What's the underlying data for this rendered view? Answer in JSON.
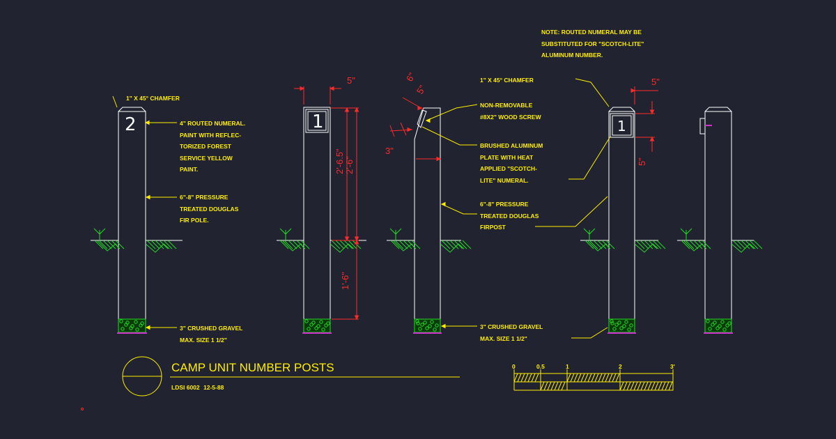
{
  "colors": {
    "background": "#212430",
    "linework": "#ffffff",
    "annotation": "#ffee00",
    "dimension": "#ff2a2a",
    "ground": "#22dd22",
    "marker": "#cc33cc"
  },
  "view1": {
    "chamfer": "1\" X 45° CHAMFER",
    "numeral_note": "4\" ROUTED NUMERAL.\nPAINT WITH REFLEC-\nTORIZED FOREST\nSERVICE YELLOW\nPAINT.",
    "pole_note": "6\"-8\" PRESSURE\nTREATED DOUGLAS\nFIR POLE.",
    "gravel_note": "3\" CRUSHED GRAVEL\nMAX. SIZE 1 1/2\"",
    "numeral": "2"
  },
  "view2": {
    "width_dim": "5\"",
    "above_dim_a": "2'-6.5\"",
    "above_dim_b": "2'-6\"",
    "below_dim": "1'-6\"",
    "numeral": "1"
  },
  "view3": {
    "dim_6": "6\"",
    "dim_5": "5\"",
    "dim_3": "3\"",
    "screw_note": "NON-REMOVABLE\n#8X2\" WOOD SCREW",
    "plate_note": "BRUSHED ALUMINUM\nPLATE WITH HEAT\nAPPLIED \"SCOTCH-\nLITE\" NUMERAL.",
    "post_note": "6\"-8\" PRESSURE\nTREATED DOUGLAS\nFIRPOST",
    "gravel_note": "3\" CRUSHED GRAVEL\nMAX. SIZE 1 1/2\""
  },
  "view4": {
    "top_note": "NOTE: ROUTED NUMERAL MAY BE\nSUBSTITUTED FOR \"SCOTCH-LITE\"\nALUMINUM NUMBER.",
    "chamfer": "1\" X 45° CHAMFER",
    "dim_top": "5\"",
    "dim_side": "5\"",
    "numeral": "1"
  },
  "title_block": {
    "title": "CAMP UNIT NUMBER POSTS",
    "ref": "LDSI 6002",
    "date": "12-5-88"
  },
  "scale_bar": {
    "labels": [
      "0",
      "0.5",
      "1",
      "2",
      "3'"
    ]
  }
}
